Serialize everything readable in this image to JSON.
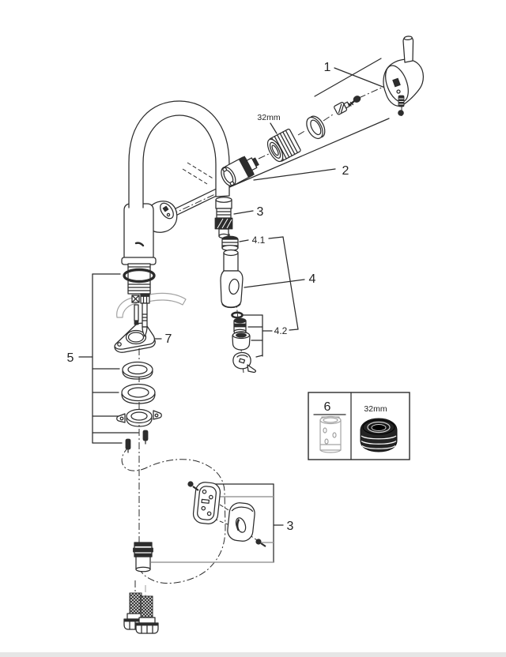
{
  "diagram": {
    "kind": "exploded-parts-diagram",
    "colors": {
      "line": "#2b2b2b",
      "gray_part": "#a3a3a3",
      "gray_leader": "#9c9c9c",
      "footer_bar": "#e6e6e6",
      "background": "#ffffff"
    },
    "callouts": {
      "handle": "1",
      "cartridge_assembly": "2",
      "nut_size": "32mm",
      "spout_coupling": "3",
      "spray_head_top": "4.1",
      "spray_head": "4",
      "spray_head_bottom": "4.2",
      "stabilizer": "7",
      "mounting_set": "5",
      "service_tool": "6",
      "nut_size_box": "32mm",
      "hose_weight": "3"
    }
  }
}
